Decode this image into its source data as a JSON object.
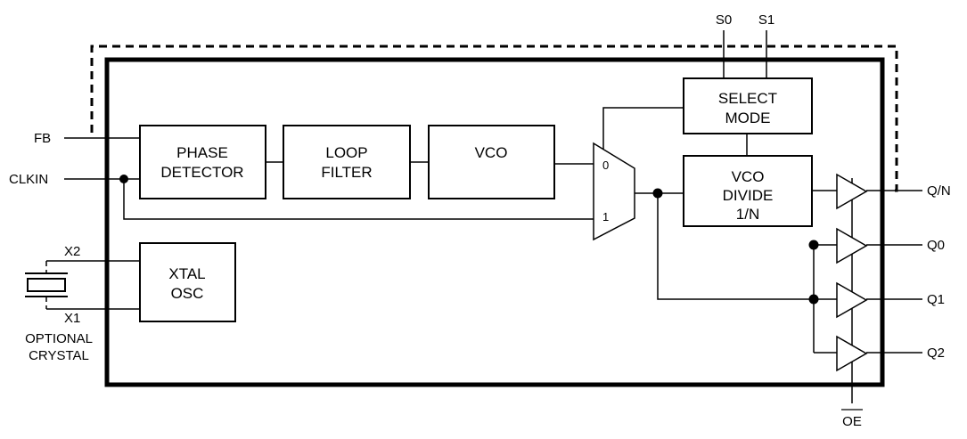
{
  "blocks": {
    "phase_detector": [
      "PHASE",
      "DETECTOR"
    ],
    "loop_filter": [
      "LOOP",
      "FILTER"
    ],
    "vco": "VCO",
    "select_mode": [
      "SELECT",
      "MODE"
    ],
    "vco_divide": [
      "VCO",
      "DIVIDE",
      "1/N"
    ],
    "xtal_osc": [
      "XTAL",
      "OSC"
    ]
  },
  "mux": {
    "input0": "0",
    "input1": "1"
  },
  "pins": {
    "fb": "FB",
    "clkin": "CLKIN",
    "x2": "X2",
    "x1": "X1",
    "s0": "S0",
    "s1": "S1",
    "qn": "Q/N",
    "q0": "Q0",
    "q1": "Q1",
    "q2": "Q2",
    "oe": "OE"
  },
  "crystal_label": [
    "OPTIONAL",
    "CRYSTAL"
  ]
}
